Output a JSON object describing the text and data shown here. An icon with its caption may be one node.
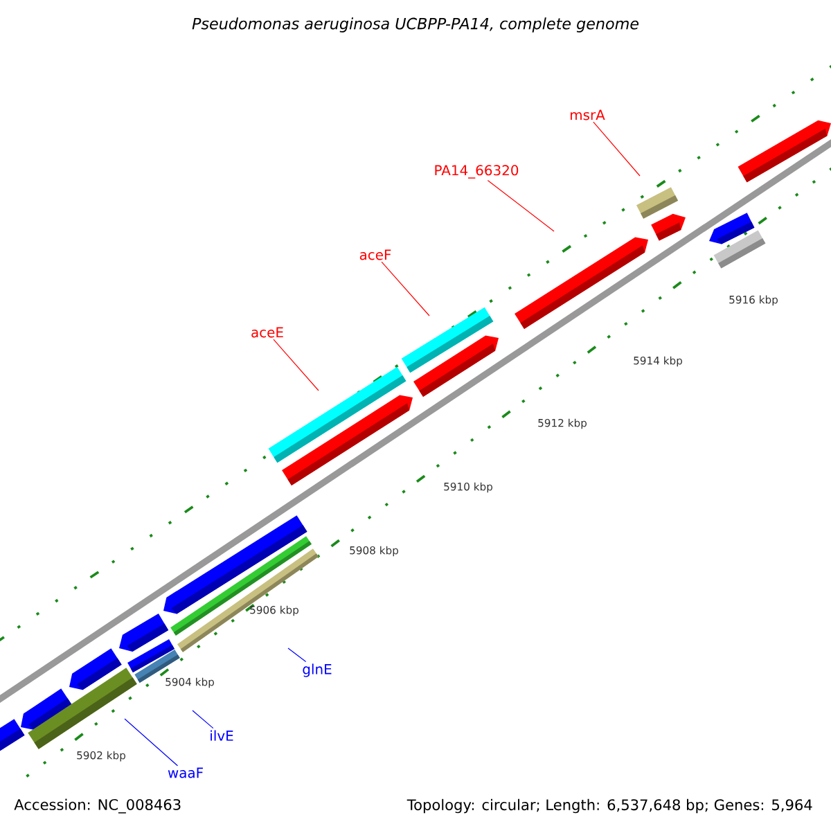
{
  "diagram": {
    "title": "Pseudomonas aeruginosa UCBPP-PA14, complete genome",
    "nodes": [
      {
        "text": [
          "waaF"
        ]
      },
      {
        "text": [
          "ilvE"
        ]
      },
      {
        "text": [
          "glnE"
        ]
      },
      {
        "text": [
          "aceE"
        ]
      },
      {
        "text": [
          "aceF"
        ]
      },
      {
        "text": [
          "PA14_66320"
        ]
      },
      {
        "text": [
          "msrA"
        ]
      }
    ],
    "edges": [
      {
        "from": 0,
        "to": null,
        "arrow": "none",
        "color": "#0000ff"
      },
      {
        "from": 1,
        "to": null,
        "arrow": "none",
        "color": "#0000ff"
      },
      {
        "from": 2,
        "to": null,
        "arrow": "none",
        "color": "#0000ff"
      },
      {
        "from": 3,
        "to": null,
        "arrow": "none"
      },
      {
        "from": 4,
        "to": null,
        "arrow": "none"
      },
      {
        "from": 5,
        "to": null,
        "arrow": "none"
      },
      {
        "from": 6,
        "to": null,
        "arrow": "none"
      }
    ],
    "labels": [
      "5916 kbp",
      "5914 kbp",
      "5912 kbp",
      "5910 kbp",
      "5908 kbp",
      "5906 kbp",
      "5904 kbp",
      "5902 kbp",
      "Accession: NC_008463",
      "Topology: circular; Length: 6,537,648 bp; Genes: 5,964"
    ]
  }
}
